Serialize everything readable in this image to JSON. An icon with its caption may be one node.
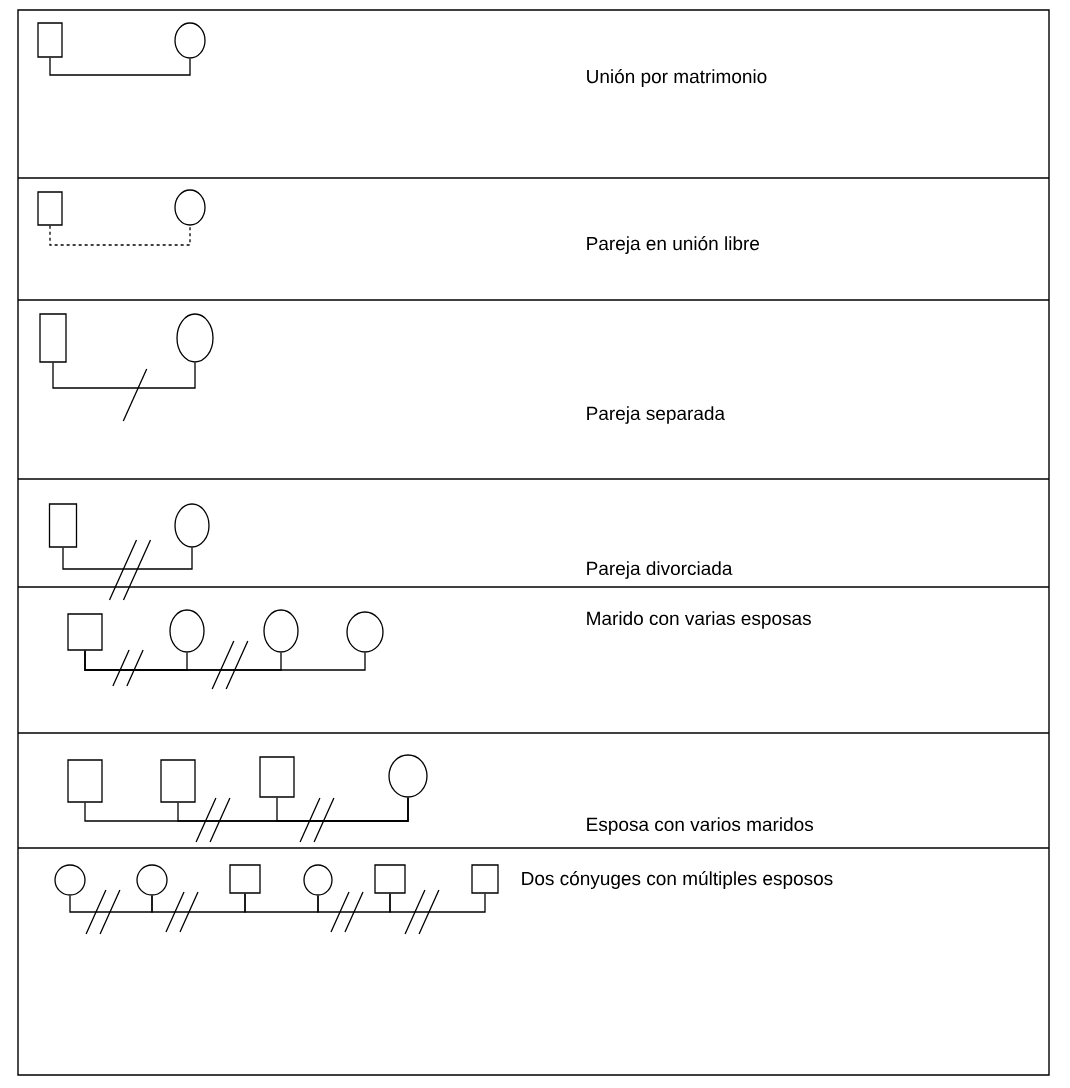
{
  "diagram": {
    "nodes": [
      {
        "text": [],
        "shape": "box"
      },
      {
        "text": [],
        "shape": "circle"
      },
      {
        "text": [],
        "shape": "box"
      },
      {
        "text": [],
        "shape": "circle"
      },
      {
        "text": [],
        "shape": "box"
      },
      {
        "text": [],
        "shape": "circle"
      },
      {
        "text": [],
        "shape": "box"
      },
      {
        "text": [],
        "shape": "circle"
      },
      {
        "text": [],
        "shape": "box"
      },
      {
        "text": [],
        "shape": "circle"
      },
      {
        "text": [],
        "shape": "circle"
      },
      {
        "text": [],
        "shape": "circle"
      },
      {
        "text": [],
        "shape": "box"
      },
      {
        "text": [],
        "shape": "box"
      },
      {
        "text": [],
        "shape": "box"
      },
      {
        "text": [],
        "shape": "circle"
      },
      {
        "text": [],
        "shape": "circle"
      },
      {
        "text": [],
        "shape": "circle"
      },
      {
        "text": [],
        "shape": "box"
      },
      {
        "text": [],
        "shape": "circle"
      },
      {
        "text": [],
        "shape": "box"
      },
      {
        "text": [],
        "shape": "box"
      }
    ],
    "edges": [
      {
        "from": 0,
        "to": 1,
        "arrow": "none"
      },
      {
        "from": 2,
        "to": 3,
        "arrow": "none",
        "style": "dashed"
      },
      {
        "from": 4,
        "to": 5,
        "arrow": "none"
      },
      {
        "from": 6,
        "to": 7,
        "arrow": "none"
      },
      {
        "from": 8,
        "to": 9,
        "arrow": "none"
      },
      {
        "from": 8,
        "to": 10,
        "arrow": "none"
      },
      {
        "from": 8,
        "to": 11,
        "arrow": "none"
      },
      {
        "from": 12,
        "to": 15,
        "arrow": "none"
      },
      {
        "from": 13,
        "to": 15,
        "arrow": "none"
      },
      {
        "from": 14,
        "to": 15,
        "arrow": "none"
      },
      {
        "from": 16,
        "to": 17,
        "arrow": "none"
      },
      {
        "from": 17,
        "to": 18,
        "arrow": "none"
      },
      {
        "from": 18,
        "to": 19,
        "arrow": "none"
      },
      {
        "from": 19,
        "to": 20,
        "arrow": "none"
      },
      {
        "from": 20,
        "to": 21,
        "arrow": "none"
      }
    ],
    "labels": [
      "Unión por matrimonio",
      "Pareja en unión libre",
      "Pareja separada",
      "Pareja divorciada",
      "Marido con varias esposas",
      "Esposa con varios maridos",
      "Dos cónyuges con múltiples esposos"
    ]
  }
}
